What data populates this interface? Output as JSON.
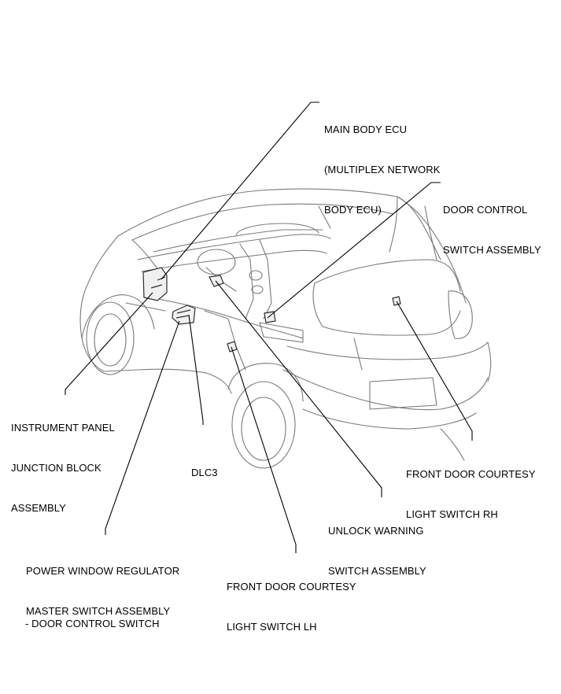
{
  "labels": {
    "main_body_ecu": [
      "MAIN BODY ECU",
      "(MULTIPLEX NETWORK",
      "BODY ECU)"
    ],
    "door_control_switch_assembly": [
      "DOOR CONTROL",
      "SWITCH ASSEMBLY"
    ],
    "instrument_panel_junction_block": [
      "INSTRUMENT PANEL",
      "JUNCTION BLOCK",
      "ASSEMBLY"
    ],
    "dlc3": [
      "DLC3"
    ],
    "front_door_courtesy_rh": [
      "FRONT DOOR COURTESY",
      "LIGHT SWITCH RH"
    ],
    "unlock_warning_switch": [
      "UNLOCK WARNING",
      "SWITCH ASSEMBLY"
    ],
    "power_window_master_switch": [
      "POWER WINDOW REGULATOR",
      "MASTER SWITCH ASSEMBLY"
    ],
    "front_door_courtesy_lh": [
      "FRONT DOOR COURTESY",
      "LIGHT SWITCH LH"
    ]
  },
  "caption": "- DOOR CONTROL SWITCH",
  "colors": {
    "line": "#000000",
    "car_outline": "#6e6e6e",
    "component": "#3a3a3a"
  }
}
